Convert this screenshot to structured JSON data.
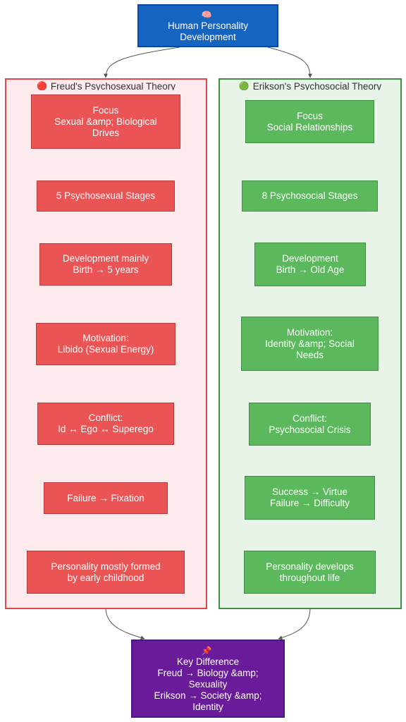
{
  "root": {
    "emoji": "🧠",
    "line1": "Human Personality",
    "line2": "Development"
  },
  "freud": {
    "emoji": "🔴",
    "title": "Freud's Psychosexual Theory",
    "nodes": [
      {
        "lines": [
          "Focus",
          "Sexual &amp; Biological",
          "Drives"
        ]
      },
      {
        "lines": [
          "5 Psychosexual Stages"
        ]
      },
      {
        "lines": [
          "Development mainly",
          "Birth → 5 years"
        ]
      },
      {
        "lines": [
          "Motivation:",
          "Libido (Sexual Energy)"
        ]
      },
      {
        "lines": [
          "Conflict:",
          "Id ↔ Ego ↔ Superego"
        ]
      },
      {
        "lines": [
          "Failure → Fixation"
        ]
      },
      {
        "lines": [
          "Personality mostly formed",
          "by early childhood"
        ]
      }
    ]
  },
  "erikson": {
    "emoji": "🟢",
    "title": "Erikson's Psychosocial Theory",
    "nodes": [
      {
        "lines": [
          "Focus",
          "Social Relationships"
        ]
      },
      {
        "lines": [
          "8 Psychosocial Stages"
        ]
      },
      {
        "lines": [
          "Development",
          "Birth → Old Age"
        ]
      },
      {
        "lines": [
          "Motivation:",
          "Identity &amp; Social",
          "Needs"
        ]
      },
      {
        "lines": [
          "Conflict:",
          "Psychosocial Crisis"
        ]
      },
      {
        "lines": [
          "Success → Virtue",
          "Failure → Difficulty"
        ]
      },
      {
        "lines": [
          "Personality develops",
          "throughout life"
        ]
      }
    ]
  },
  "key": {
    "emoji": "📌",
    "title": "Key Difference",
    "lines": [
      "Freud → Biology &amp;",
      "Sexuality",
      "Erikson → Society &amp;",
      "Identity"
    ]
  },
  "colors": {
    "freud_fill": "#ea5455",
    "erikson_fill": "#5cb85c",
    "root_fill": "#1565c0",
    "key_fill": "#6a1b9a",
    "edge": "#555555"
  }
}
